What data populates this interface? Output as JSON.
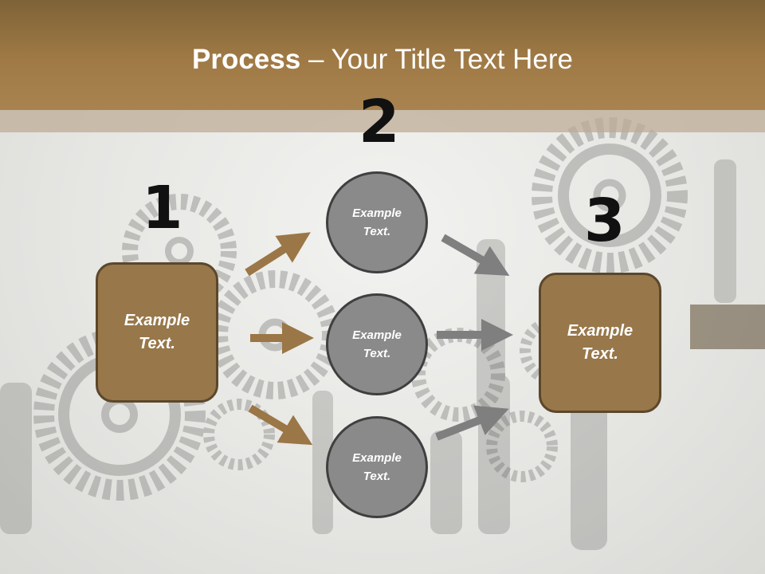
{
  "slide": {
    "title_bold": "Process",
    "title_rest": " – Your Title Text Here",
    "step_numbers": [
      "1",
      "2",
      "3"
    ],
    "box_left": {
      "line1": "Example",
      "line2": "Text."
    },
    "box_right": {
      "line1": "Example",
      "line2": "Text."
    },
    "circles": [
      {
        "line1": "Example",
        "line2": "Text."
      },
      {
        "line1": "Example",
        "line2": "Text."
      },
      {
        "line1": "Example",
        "line2": "Text."
      }
    ]
  },
  "colors": {
    "header": "#a07a45",
    "box_fill": "#98774a",
    "box_border": "#5c472c",
    "circle_fill": "#8a8a8a",
    "arrow_brown": "#9b7646",
    "arrow_gray": "#7f7f7f"
  }
}
